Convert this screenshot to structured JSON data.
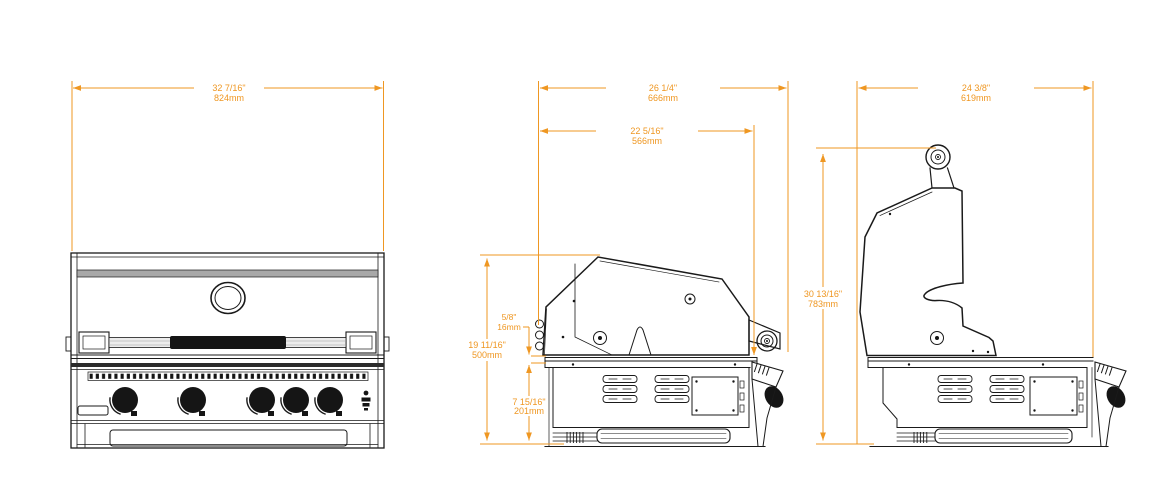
{
  "colors": {
    "dimension_accent": "#EF9722",
    "line_art": "#1A1A1A",
    "background": "#FFFFFF"
  },
  "dimensions": {
    "front_overall_width": {
      "inches": "32 7/16\"",
      "mm": "824mm"
    },
    "closed_overall_depth": {
      "inches": "26 1/4\"",
      "mm": "666mm"
    },
    "closed_body_depth": {
      "inches": "22 5/16\"",
      "mm": "566mm"
    },
    "lid_base_gap": {
      "inches": "5/8\"",
      "mm": "16mm"
    },
    "closed_overall_height": {
      "inches": "19 11/16\"",
      "mm": "500mm"
    },
    "base_height": {
      "inches": "7 15/16\"",
      "mm": "201mm"
    },
    "open_overall_depth": {
      "inches": "24 3/8\"",
      "mm": "619mm"
    },
    "open_overall_height": {
      "inches": "30 13/16\"",
      "mm": "783mm"
    }
  }
}
